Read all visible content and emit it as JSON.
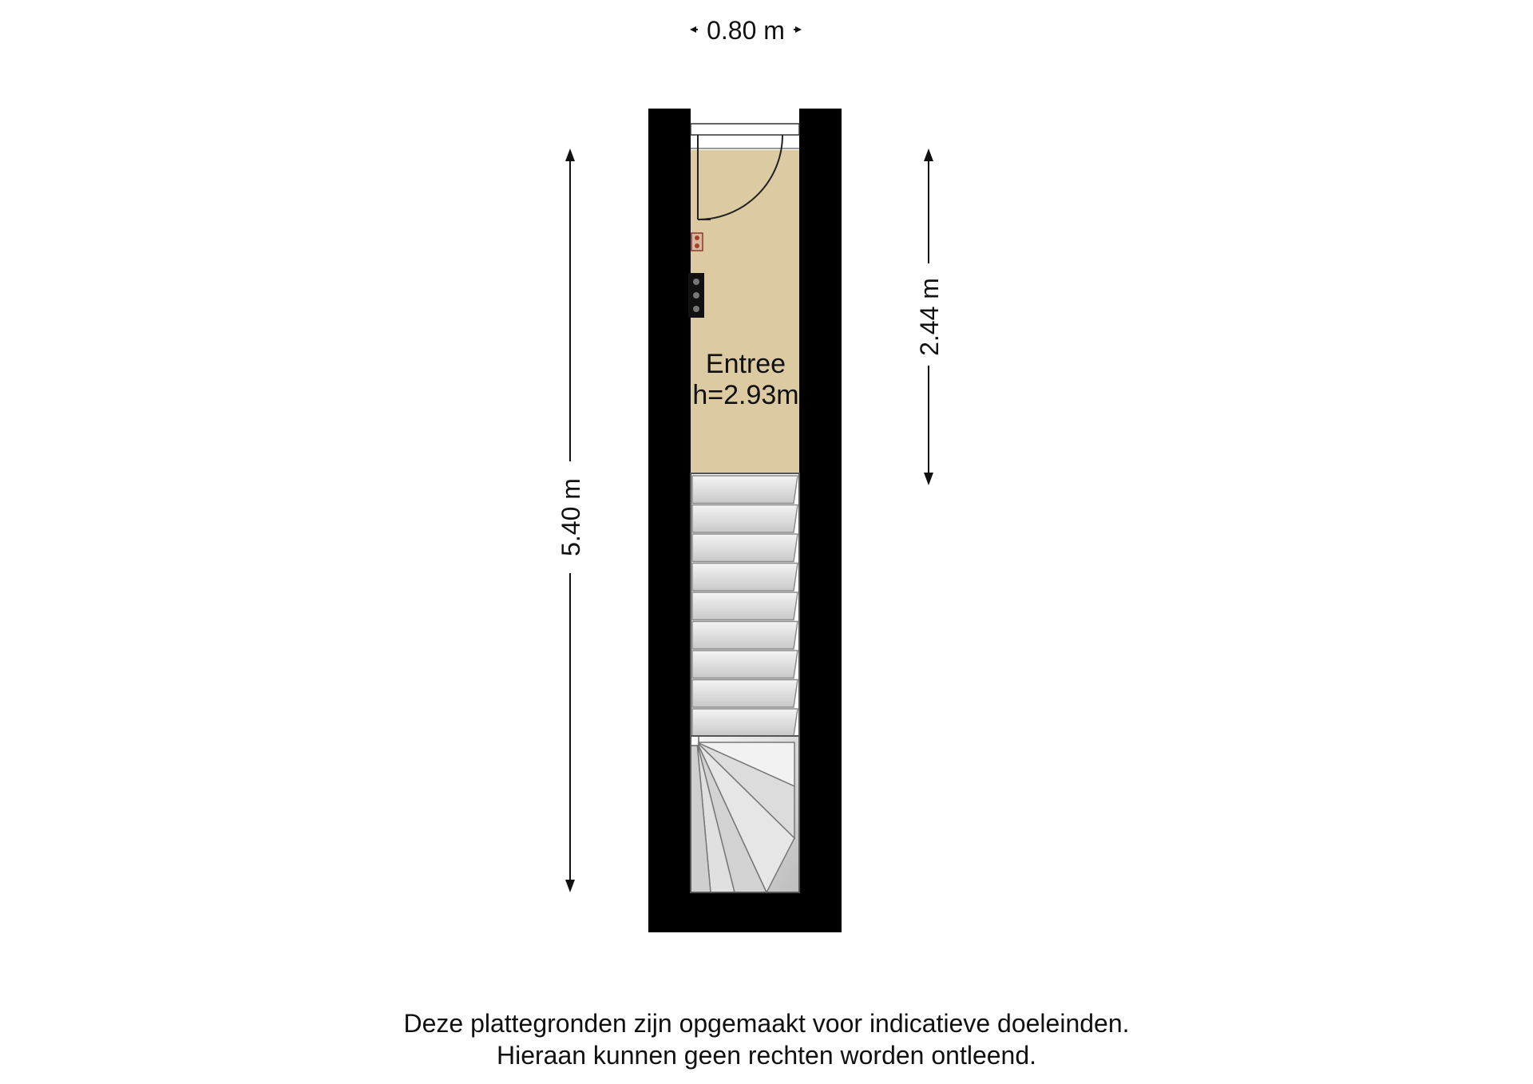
{
  "dimensions": {
    "top_width": "0.80 m",
    "left_length": "5.40 m",
    "right_length": "2.44 m"
  },
  "room": {
    "name": "Entree",
    "height": "h=2.93m"
  },
  "colors": {
    "wall": "#000000",
    "floor": "#dccba2",
    "stairs": "#e3e3e3",
    "background": "#ffffff"
  },
  "disclaimer": {
    "line1": "Deze plattegronden zijn opgemaakt voor indicatieve doeleinden.",
    "line2": "Hieraan kunnen geen rechten worden ontleend."
  }
}
